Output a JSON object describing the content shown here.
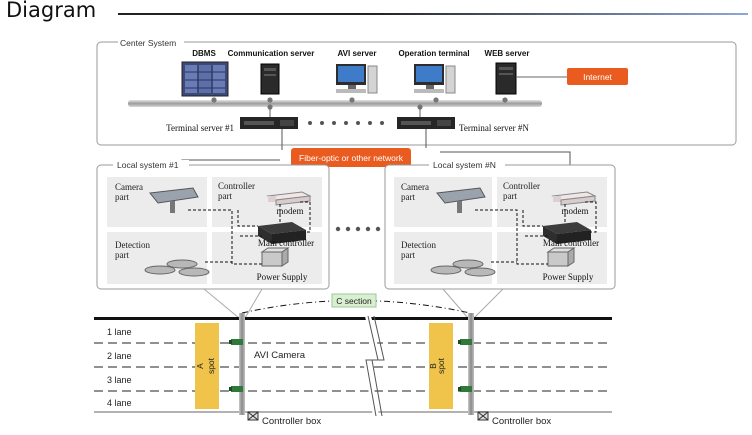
{
  "heading": "Diagram",
  "center_system": {
    "label": "Center System",
    "servers": [
      {
        "label": "DBMS",
        "icon": "server-rack-icon"
      },
      {
        "label": "Communication server",
        "icon": "tower-server-icon"
      },
      {
        "label": "AVI server",
        "icon": "desktop-pc-icon"
      },
      {
        "label": "Operation terminal",
        "icon": "desktop-pc-icon"
      },
      {
        "label": "WEB server",
        "icon": "tower-server-icon"
      }
    ],
    "internet": "Internet",
    "terminal_server_1": "Terminal server #1",
    "terminal_server_n": "Terminal server #N"
  },
  "network": "Fiber-optic or other network",
  "local_systems": [
    {
      "label": "Local system #1",
      "camera": [
        "Camera",
        "part"
      ],
      "controller": [
        "Controller",
        "part"
      ],
      "modem": "modem",
      "detection": [
        "Detection",
        "part"
      ],
      "main_controller": "Main controller",
      "power_supply": "Power Supply"
    },
    {
      "label": "Local system #N",
      "camera": [
        "Camera",
        "part"
      ],
      "controller": [
        "Controller",
        "part"
      ],
      "modem": "modem",
      "detection": [
        "Detection",
        "part"
      ],
      "main_controller": "Main controller",
      "power_supply": "Power Supply"
    }
  ],
  "road": {
    "c_section": "C section",
    "lanes": [
      "1 lane",
      "2 lane",
      "3 lane",
      "4 lane"
    ],
    "spot_a": [
      "A",
      "spot"
    ],
    "spot_b": [
      "B",
      "spot"
    ],
    "avi_camera": "AVI Camera",
    "controller_box": "Controller box"
  },
  "colors": {
    "orange": "#ea5b20",
    "green_label": "#d8efd0",
    "spot": "#f0c44a",
    "panel": "#ececec",
    "border": "#9a9a9a"
  }
}
